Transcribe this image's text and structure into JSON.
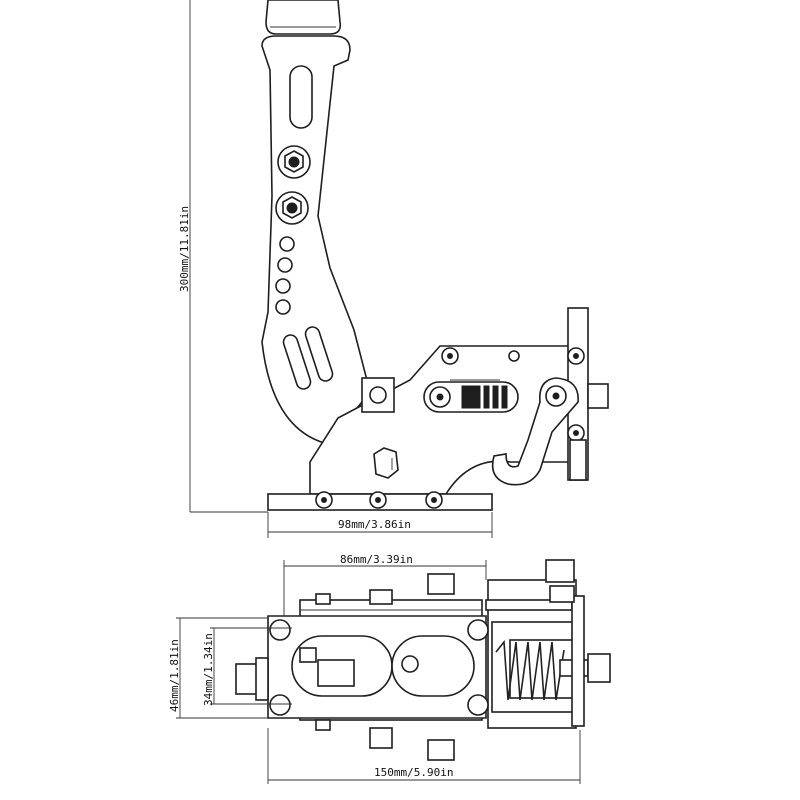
{
  "dimensions": {
    "height_total": "300mm/11.81in",
    "base_width_side": "98mm/3.86in",
    "body_width_top": "86mm/3.39in",
    "length_top": "150mm/5.90in",
    "outer_height_top": "46mm/1.81in",
    "inner_height_top": "34mm/1.34in"
  }
}
